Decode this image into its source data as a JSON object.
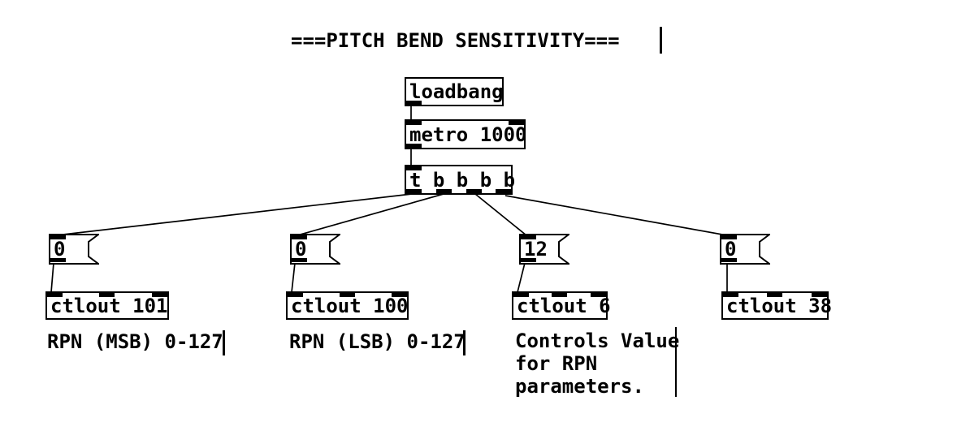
{
  "title": {
    "text": "===PITCH BEND SENSITIVITY==="
  },
  "objects": {
    "loadbang": {
      "text": "loadbang"
    },
    "metro": {
      "text": "metro 1000"
    },
    "trigger": {
      "text": "t b b b b"
    },
    "ctlout_rpn_msb": {
      "text": "ctlout 101"
    },
    "ctlout_rpn_lsb": {
      "text": "ctlout 100"
    },
    "ctlout_data_entry": {
      "text": "ctlout 6"
    },
    "ctlout_data_lsb": {
      "text": "ctlout 38"
    }
  },
  "messages": {
    "rpn_msb": {
      "text": "0"
    },
    "rpn_lsb": {
      "text": "0"
    },
    "semitones": {
      "text": "12"
    },
    "data_lsb": {
      "text": "0"
    }
  },
  "comments": {
    "rpn_msb": {
      "text": "RPN (MSB) 0-127"
    },
    "rpn_lsb": {
      "text": "RPN (LSB) 0-127"
    },
    "value": {
      "line1": "Controls Value",
      "line2": "for RPN",
      "line3": "parameters."
    }
  },
  "colors": {
    "foreground": "#000000",
    "background": "#ffffff"
  }
}
